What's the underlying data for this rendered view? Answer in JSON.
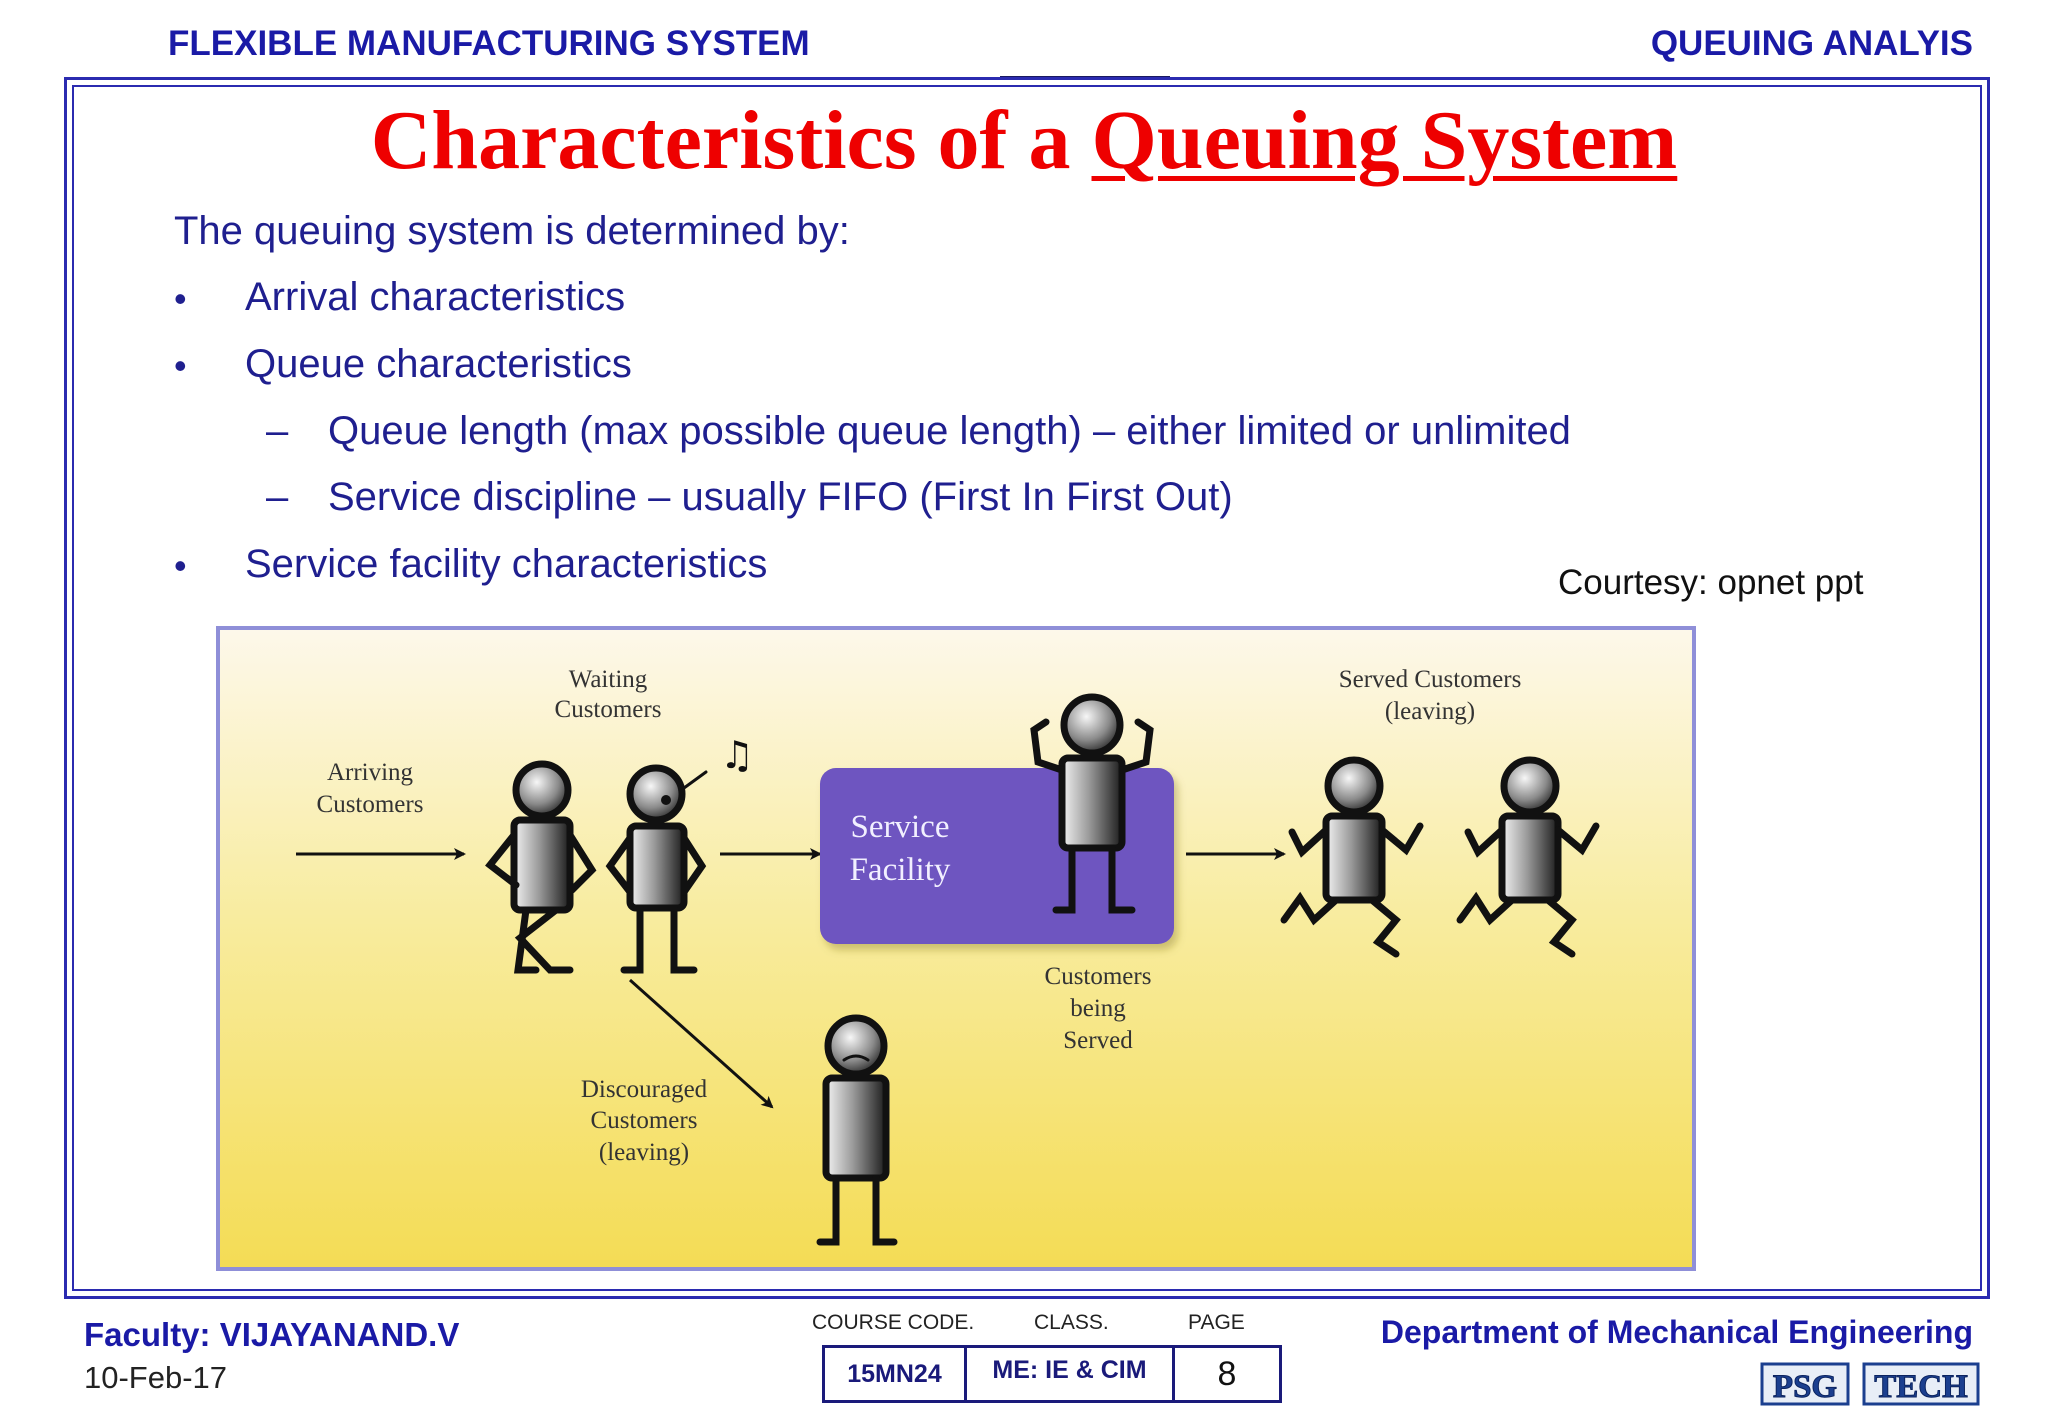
{
  "header": {
    "left": "FLEXIBLE MANUFACTURING SYSTEM",
    "right": "QUEUING ANALYIS"
  },
  "title": {
    "part1": "Characteristics of a ",
    "part2": "Queuing System"
  },
  "content": {
    "intro": "The queuing system is determined by:",
    "bullets": [
      "Arrival characteristics",
      "Queue characteristics",
      "Service facility characteristics"
    ],
    "sub_bullets": [
      "Queue length (max possible queue length) – either limited or unlimited",
      "Service discipline – usually FIFO (First In First Out)"
    ],
    "bullet_symbol": "•",
    "dash_symbol": "–",
    "courtesy": "Courtesy: opnet ppt"
  },
  "diagram": {
    "waiting_1": "Waiting",
    "waiting_2": "Customers",
    "arriving_1": "Arriving",
    "arriving_2": "Customers",
    "service_1": "Service",
    "service_2": "Facility",
    "served_1": "Served Customers",
    "served_2": "(leaving)",
    "being_1": "Customers",
    "being_2": "being",
    "being_3": "Served",
    "discouraged_1": "Discouraged",
    "discouraged_2": "Customers",
    "discouraged_3": "(leaving)",
    "music_note": "♫",
    "colors": {
      "service_box": "#6e55c0",
      "background_top": "#fdf8ea",
      "background_bottom": "#f4dc55"
    }
  },
  "footer": {
    "faculty": "Faculty: VIJAYANAND.V",
    "date": "10-Feb-17",
    "course_code_label": "COURSE CODE.",
    "class_label": "CLASS.",
    "page_label": "PAGE",
    "course_code": "15MN24",
    "class": "ME: IE & CIM",
    "page": "8",
    "department": "Department of Mechanical Engineering",
    "logo_text": "PSG TECH"
  },
  "colors": {
    "header_blue": "#1a1aa6",
    "title_red": "#ee0000",
    "text_blue": "#1f1f8f"
  }
}
